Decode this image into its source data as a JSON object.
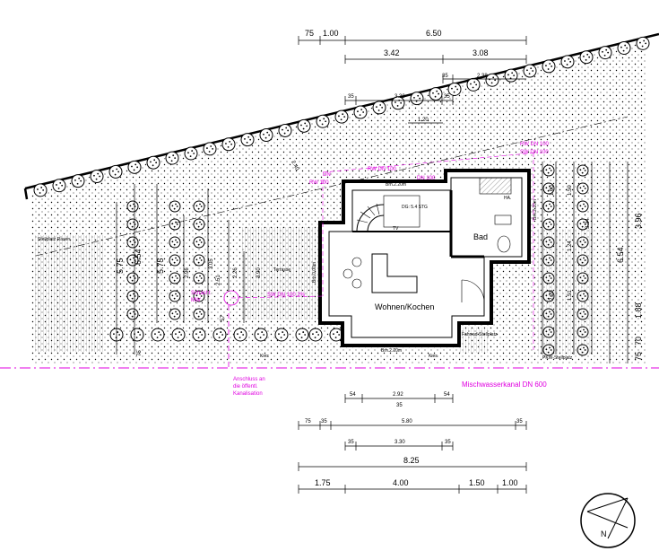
{
  "top_dims": {
    "row1": [
      "75",
      "1.00",
      "6.50"
    ],
    "row2": [
      "3.42",
      "3.08"
    ],
    "row3": [
      "35",
      "2.38"
    ],
    "row4": [
      "35",
      "3.30",
      "35"
    ],
    "row5": [
      "1.20"
    ]
  },
  "bottom_dims": {
    "row1": [
      "54",
      "2.92",
      "54"
    ],
    "row1_sub": "35",
    "row2": [
      "75",
      "35",
      "5.80",
      "35"
    ],
    "row3": [
      "35",
      "3.30",
      "35"
    ],
    "row4": "8.25",
    "row5": [
      "1.75",
      "4.00",
      "1.50",
      "1.00"
    ]
  },
  "left_dims": [
    "75",
    "6.54",
    "5.75",
    "5.75",
    "2.96",
    "3.05",
    "2.51",
    "2.26",
    "3.90",
    "57"
  ],
  "right_dims": [
    "3.96",
    "6.54",
    "1.88",
    "70",
    "75",
    "1.60",
    "1.50",
    "3.34",
    "1.24",
    "1.51",
    "2.20"
  ],
  "rooms": {
    "living": "Wohnen/Kochen",
    "bath": "Bad",
    "terrace": "Terrasse",
    "stellplatz": "Stellplatz Rasen",
    "fahrrad": "Fahrrad-Stellplatz",
    "kies_left": "Kies",
    "kies_right": "Kies"
  },
  "labels": {
    "brh_top": "Brh.2.20m",
    "brh_bottom": "Brh.2.20m",
    "brh_left": "Brh.0.00m",
    "brh_right": "Brh.2.20m",
    "tv": "TV",
    "ha": "HA.",
    "stair_label": "DG: 5.4 STG",
    "pkw": "PKW-Stellplatz",
    "dim_240": "2.40"
  },
  "magenta": {
    "sewer": "Mischwasserkanal DN 600",
    "anschluss_1": "Anschluss an",
    "anschluss_2": "die öffentl.",
    "anschluss_3": "Kanalisation",
    "schacht_1": "Schacht",
    "schacht_2": "MW",
    "dn100_a": "DN",
    "dn100_b": "RW 100",
    "dn100_c": "RW DN 100",
    "dn100_d": "DN 100",
    "dn100_e": "RW DN 100",
    "dn100_f": "SW DN 100",
    "slope_2pct": "SW DN 100 2%"
  },
  "north_label": "N"
}
